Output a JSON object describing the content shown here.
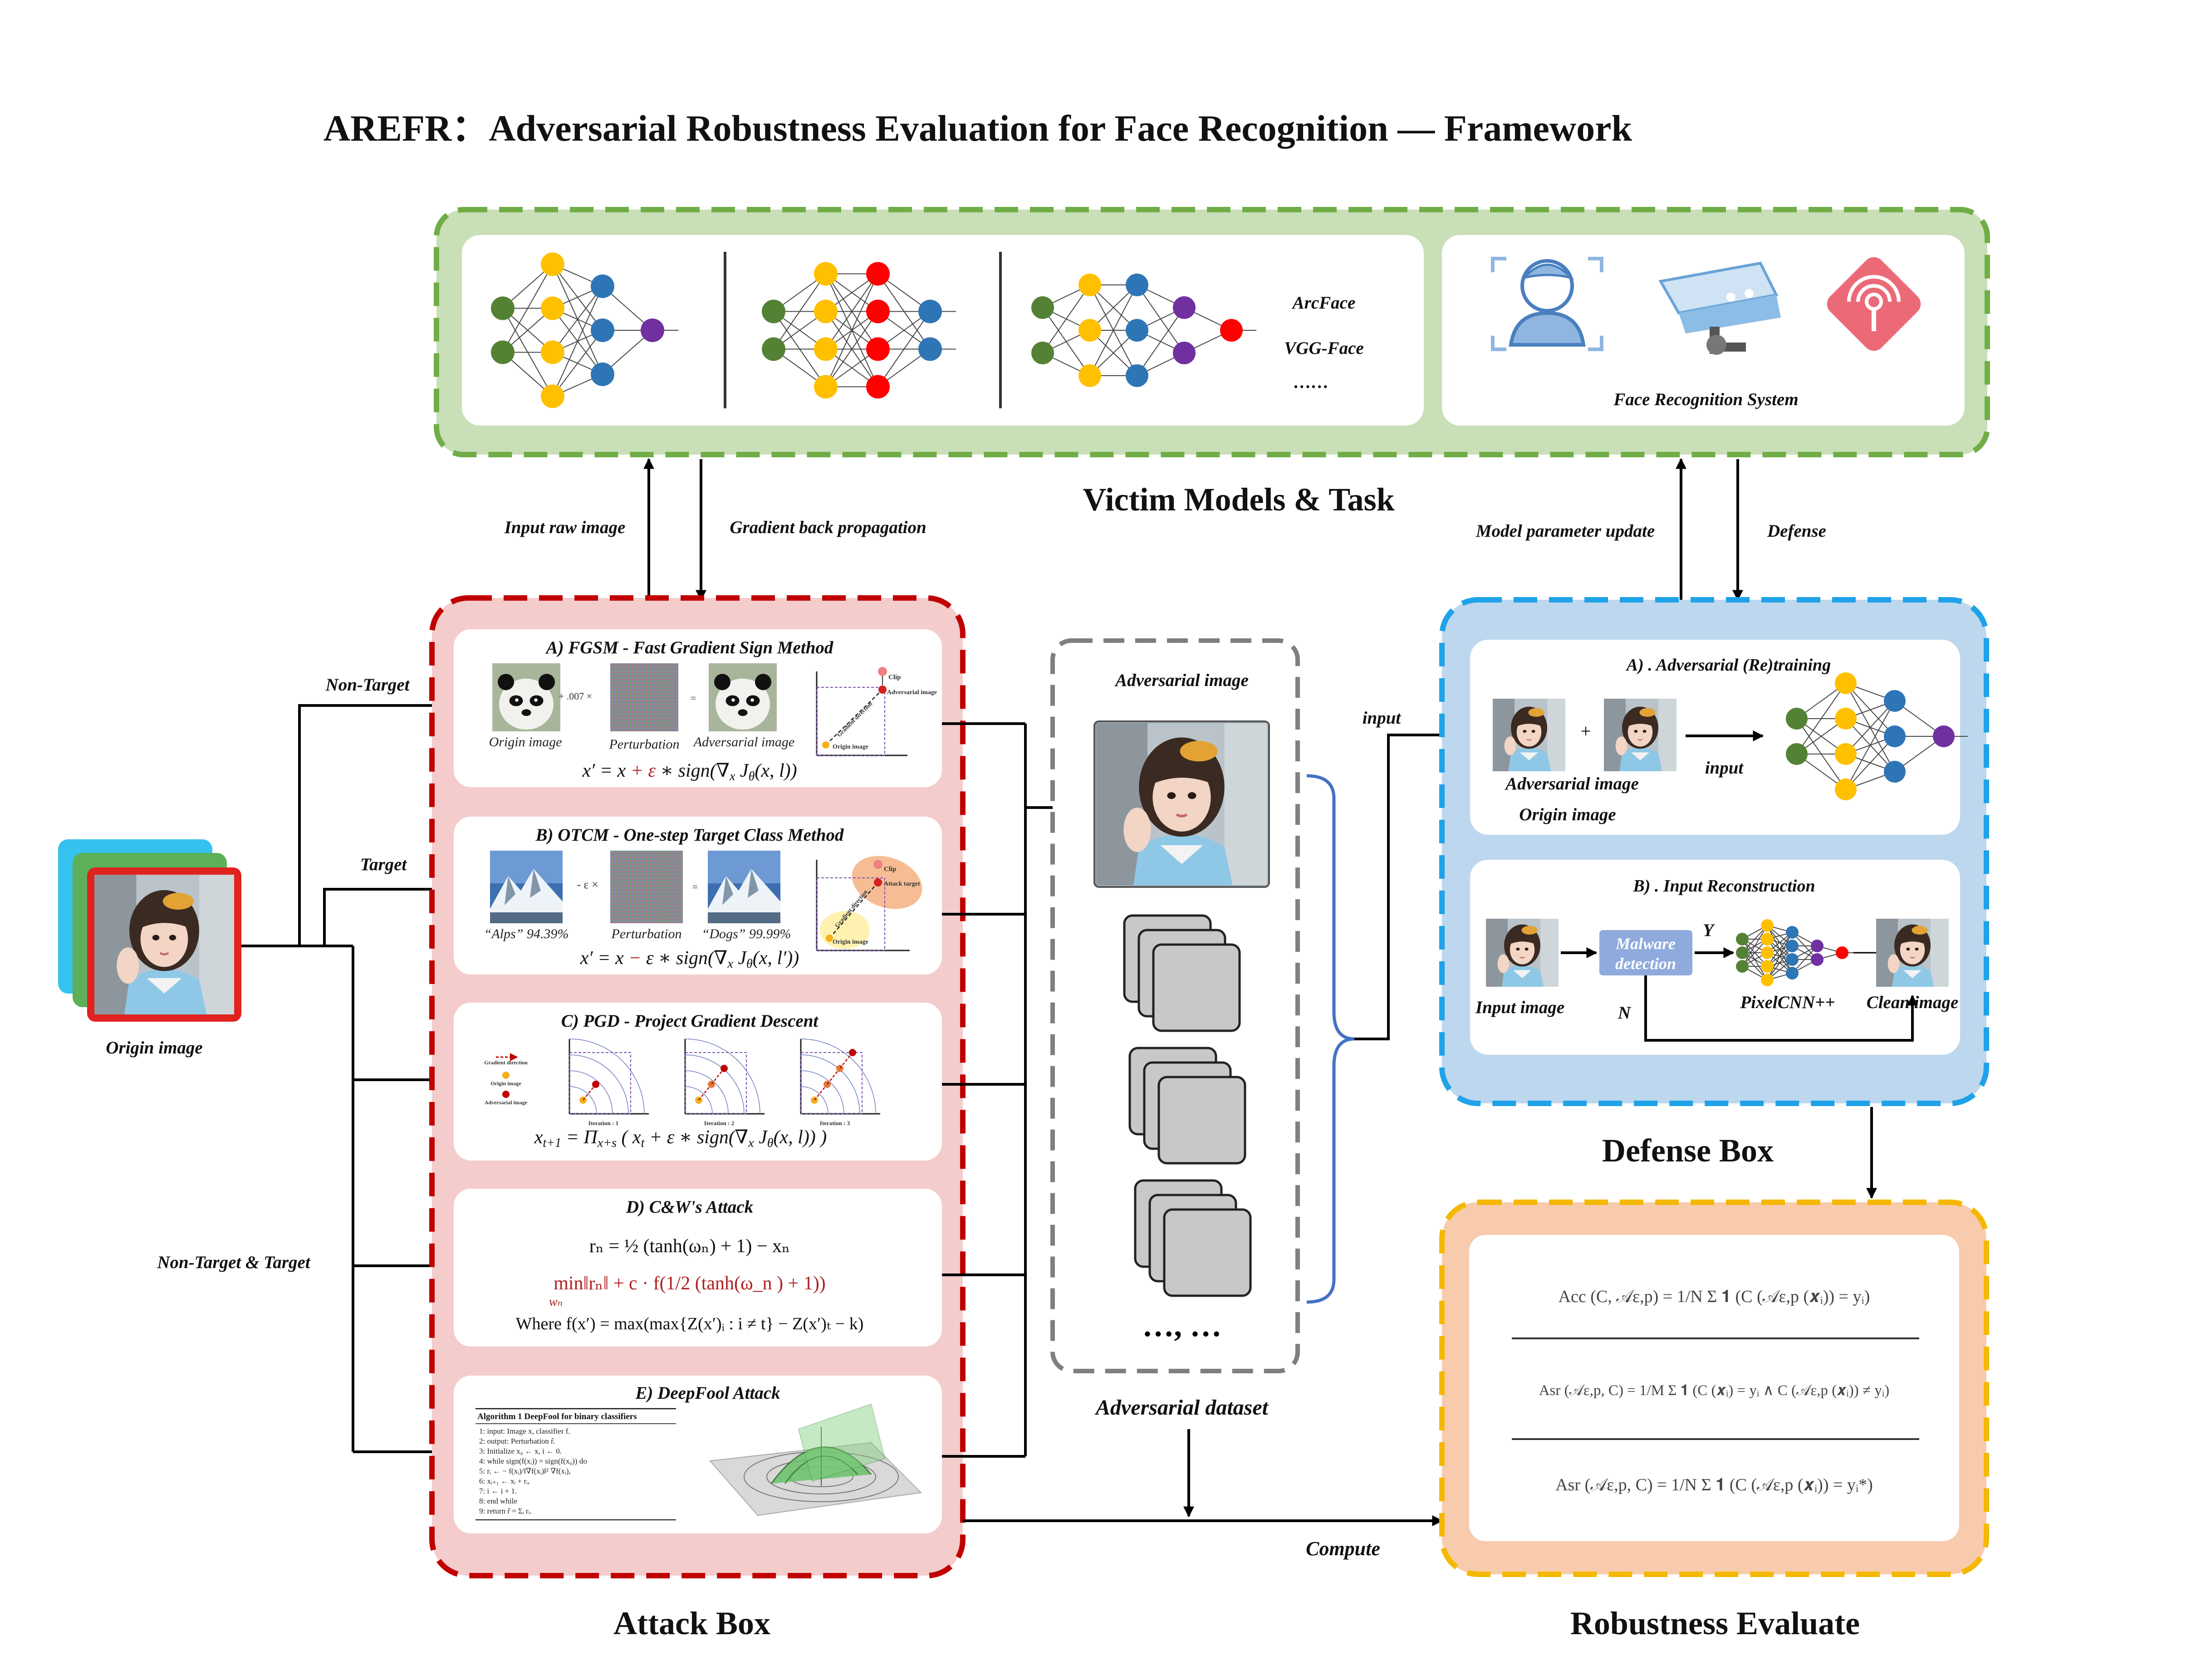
{
  "title": "AREFR：Adversarial Robustness Evaluation for Face Recognition — Framework",
  "victim": {
    "title": "Victim Models & Task",
    "model_names": [
      "ArcFace",
      "VGG-Face",
      "……"
    ],
    "system_label": "Face  Recognition System"
  },
  "arrows": {
    "input_raw_image": "Input  raw image",
    "gradient_back_propagation": "Gradient back propagation",
    "model_parameter_update": "Model parameter update",
    "defense": "Defense",
    "non_target": "Non-Target",
    "target": "Target",
    "non_target_and_target": "Non-Target & Target",
    "input": "input",
    "compute": "Compute"
  },
  "origin": {
    "label": "Origin image"
  },
  "attack": {
    "title": "Attack Box",
    "fgsm": {
      "title": "A) FGSM - Fast Gradient Sign Method",
      "cap_origin": "Origin image",
      "cap_perturbation": "Perturbation",
      "cap_adv": "Adversarial image",
      "op_mult": "+ .007 ×",
      "op_eq": "=",
      "plot_labels": [
        "Clip",
        "Adversarial image",
        "Origin image",
        "Gradient direction"
      ],
      "eq_a": "x′ = x ",
      "eq_b": "+ ε",
      "eq_c": " ∗ sign(∇",
      "eq_d": "x",
      "eq_e": " J",
      "eq_f": "θ",
      "eq_g": "(x, l))"
    },
    "otcm": {
      "title": "B) OTCM - One-step Target Class Method",
      "cap_alps": "“Alps”  94.39%",
      "cap_perturbation": "Perturbation",
      "cap_dogs": "“Dogs”  99.99%",
      "op_mult": "- ε ×",
      "op_eq": "=",
      "plot_labels": [
        "Clip",
        "Attack target",
        "Origin image",
        "Gradient direction"
      ],
      "eq_a": "x′ = x ",
      "eq_b": "−",
      "eq_c": "  ε ∗ sign(∇",
      "eq_d": "x",
      "eq_e": " J",
      "eq_f": "θ",
      "eq_g": "(x, l′))"
    },
    "pgd": {
      "title": "C) PGD - Project Gradient Descent",
      "legend": [
        "Gradient direction",
        "Origin image",
        "Adversarial image"
      ],
      "iterations": [
        "Iteration : 1",
        "Iteration : 2",
        "Iteration : 3"
      ],
      "eq_a": "x",
      "eq_b": "t+1",
      "eq_c": " = Π",
      "eq_d": "x+s",
      "eq_e": " ( x",
      "eq_f": "t",
      "eq_g": " + ε ∗ sign(∇",
      "eq_h": "x",
      "eq_i": " J",
      "eq_j": "θ",
      "eq_k": "(x, l)) )"
    },
    "cw": {
      "title": "D) C&W's Attack",
      "eq1": "rₙ = ½ (tanh(ωₙ) + 1) − xₙ",
      "eq2": "min‖rₙ‖ + c · f(1/2 (tanh(ω_n ) + 1))",
      "eq2_sub": "wₙ",
      "eq3": "Where f(x′) = max(max{Z(x′)ᵢ : i ≠ t} − Z(x′)ₜ − k)"
    },
    "deepfool": {
      "title": "E) DeepFool Attack",
      "algo_title": "Algorithm 1 DeepFool for binary classifiers",
      "algo_lines": [
        "1:  input: Image x, classifier f.",
        "2:  output: Perturbation r̂.",
        "3:  Initialize x₀ ← x, i ← 0.",
        "4:  while sign(f(xᵢ)) = sign(f(x₀)) do",
        "5:      rᵢ ← − f(xᵢ)/‖∇f(xᵢ)‖² ∇f(xᵢ),",
        "6:      xᵢ₊₁ ← xᵢ + rᵢ,",
        "7:      i ← i + 1.",
        "8:  end while",
        "9:  return r̂ = Σᵢ rᵢ."
      ]
    }
  },
  "dataset": {
    "title": "Adversarial image",
    "dots": "…, …",
    "label": "Adversarial dataset"
  },
  "defense_box": {
    "title": "Defense Box",
    "retraining": {
      "title": "A) . Adversarial (Re)training",
      "plus": "+",
      "cap_adv": "Adversarial image",
      "cap_origin": "Origin image",
      "input": "input"
    },
    "reconstruction": {
      "title": "B) . Input Reconstruction",
      "malware_1": "Malware",
      "malware_2": "detection",
      "y": "Y",
      "n": "N",
      "cap_input": "Input image",
      "cap_pixelcnn": "PixelCNN++",
      "cap_clean": "Clean image"
    }
  },
  "robustness": {
    "title": "Robustness Evaluate",
    "metrics": [
      "Acc (C, 𝒜ε,p) = 1/N Σ 𝟏 (C (𝒜ε,p (𝒙ᵢ)) = yᵢ)",
      "Asr (𝒜ε,p, C) = 1/M Σ 𝟏 (C (𝒙ᵢ) = yᵢ ∧ C (𝒜ε,p (𝒙ᵢ)) ≠ yᵢ)",
      "Asr (𝒜ε,p, C) = 1/N Σ 𝟏 (C (𝒜ε,p (𝒙ᵢ)) = yᵢ*)"
    ]
  },
  "colors": {
    "green_frame": "#70ad47",
    "green_fill": "#c9dfb7",
    "red_frame": "#c00000",
    "red_fill": "#f4cccc",
    "gray_frame": "#7f7f7f",
    "blue_frame": "#1fa2e8",
    "blue_fill": "#bdd7ee",
    "orange_frame": "#f5b800",
    "orange_fill": "#f8cbad",
    "node_green": "#548235",
    "node_yellow": "#ffc000",
    "node_blue": "#2e75b6",
    "node_purple": "#7030a0",
    "node_red": "#ff0000",
    "malware_fill": "#8faadc"
  }
}
